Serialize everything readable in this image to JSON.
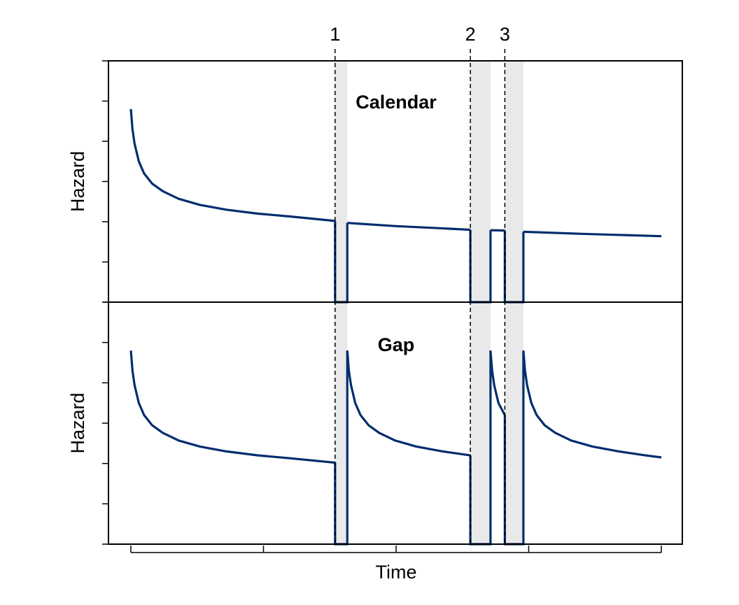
{
  "chart_data": {
    "type": "line",
    "xlabel": "Time",
    "events": [
      {
        "label": "1",
        "start": 0.385,
        "end": 0.408
      },
      {
        "label": "2",
        "start": 0.64,
        "end": 0.678
      },
      {
        "label": "3",
        "start": 0.705,
        "end": 0.74
      }
    ],
    "panels": [
      {
        "title": "Calendar",
        "ylabel": "Hazard",
        "ylim": [
          0,
          6
        ],
        "series": [
          {
            "x": [
              0.0,
              0.003,
              0.007,
              0.015,
              0.025,
              0.04,
              0.06,
              0.09,
              0.13,
              0.18,
              0.24,
              0.3,
              0.385
            ],
            "y": [
              4.8,
              4.3,
              3.94,
              3.5,
              3.2,
              2.95,
              2.76,
              2.57,
              2.42,
              2.3,
              2.2,
              2.13,
              2.02
            ]
          },
          {
            "x": [
              0.408,
              0.5,
              0.58,
              0.64
            ],
            "y": [
              1.97,
              1.89,
              1.84,
              1.8
            ]
          },
          {
            "x": [
              0.678,
              0.705
            ],
            "y": [
              1.79,
              1.78
            ]
          },
          {
            "x": [
              0.74,
              0.85,
              1.0
            ],
            "y": [
              1.75,
              1.7,
              1.64
            ]
          }
        ]
      },
      {
        "title": "Gap",
        "ylabel": "Hazard",
        "ylim": [
          0,
          6
        ],
        "series": [
          {
            "x": [
              0.0,
              0.003,
              0.007,
              0.015,
              0.025,
              0.04,
              0.06,
              0.09,
              0.13,
              0.18,
              0.24,
              0.3,
              0.385
            ],
            "y": [
              4.8,
              4.3,
              3.94,
              3.5,
              3.2,
              2.95,
              2.76,
              2.57,
              2.42,
              2.3,
              2.2,
              2.13,
              2.02
            ]
          },
          {
            "x": [
              0.408,
              0.411,
              0.415,
              0.423,
              0.433,
              0.448,
              0.468,
              0.498,
              0.538,
              0.588,
              0.64
            ],
            "y": [
              4.8,
              4.3,
              3.94,
              3.5,
              3.2,
              2.95,
              2.76,
              2.57,
              2.42,
              2.3,
              2.2
            ]
          },
          {
            "x": [
              0.678,
              0.681,
              0.685,
              0.693,
              0.705
            ],
            "y": [
              4.8,
              4.3,
              3.94,
              3.5,
              3.2
            ]
          },
          {
            "x": [
              0.74,
              0.743,
              0.747,
              0.755,
              0.765,
              0.78,
              0.8,
              0.83,
              0.87,
              0.92,
              0.97,
              1.0
            ],
            "y": [
              4.8,
              4.3,
              3.94,
              3.5,
              3.2,
              2.95,
              2.76,
              2.57,
              2.42,
              2.3,
              2.2,
              2.15
            ]
          }
        ]
      }
    ],
    "xticks": [
      0,
      0.25,
      0.5,
      0.75,
      1.0
    ],
    "yticks": [
      0,
      1,
      2,
      3,
      4,
      5,
      6
    ],
    "colors": {
      "line": "#002d6e",
      "shade": "#e9e9e9"
    }
  }
}
